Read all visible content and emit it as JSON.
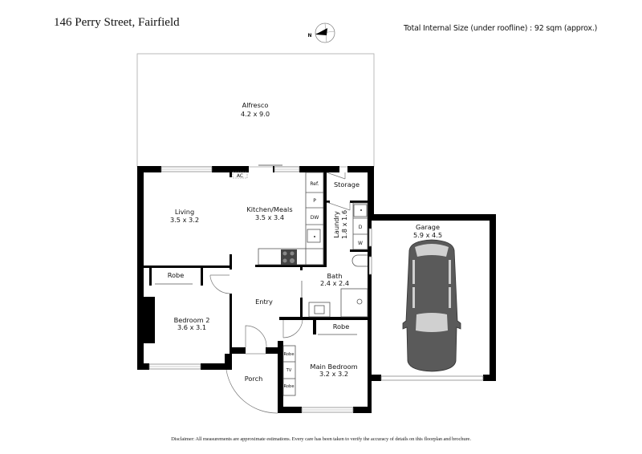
{
  "header": {
    "address": "146 Perry Street, Fairfield",
    "total_size": "Total Internal Size (under roofline) :  92 sqm (approx.)",
    "compass_label": "N"
  },
  "rooms": {
    "alfresco": {
      "name": "Alfresco",
      "dims": "4.2 x 9.0"
    },
    "living": {
      "name": "Living",
      "dims": "3.5 x 3.2"
    },
    "kitchen": {
      "name": "Kitchen/Meals",
      "dims": "3.5 x 3.4"
    },
    "storage": {
      "name": "Storage"
    },
    "laundry": {
      "name": "Laundry",
      "dims": "1.8 x 1.6"
    },
    "garage": {
      "name": "Garage",
      "dims": "5.9 x 4.5"
    },
    "bath": {
      "name": "Bath",
      "dims": "2.4 x 2.4"
    },
    "entry": {
      "name": "Entry"
    },
    "bedroom2": {
      "name": "Bedroom 2",
      "dims": "3.6 x 3.1"
    },
    "bedroom2_robe": {
      "name": "Robe"
    },
    "main_bedroom": {
      "name": "Main Bedroom",
      "dims": "3.2 x 3.2"
    },
    "main_robe": {
      "name": "Robe"
    },
    "porch": {
      "name": "Porch"
    }
  },
  "fixtures": {
    "ac": "AC",
    "fridge": "Ref.",
    "pantry": "P",
    "dishwasher": "DW",
    "dryer": "D",
    "washer": "W",
    "robe_top": "Robe",
    "tv": "TV",
    "robe_bottom": "Robe"
  },
  "footer": {
    "disclaimer": "Disclaimer: All measurements are approximate estimations. Every care has been taken to verify the accuracy of details on this floorplan and brochure."
  },
  "colors": {
    "wall": "#000000",
    "car_body": "#5a5a5a",
    "car_glass": "#d0d0d0"
  }
}
